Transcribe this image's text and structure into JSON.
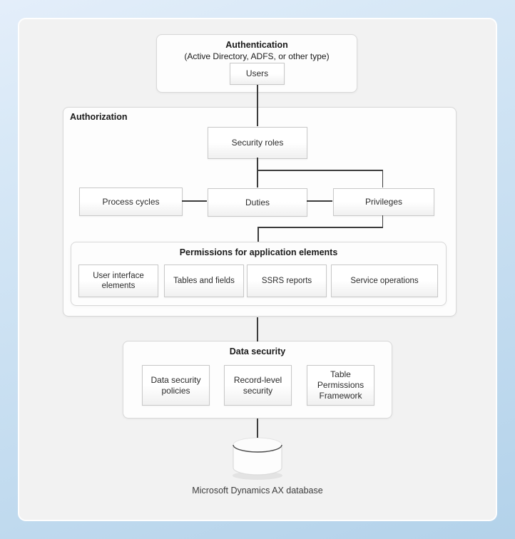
{
  "diagram": {
    "authentication": {
      "title": "Authentication",
      "subtitle": "(Active Directory, ADFS, or other type)",
      "users": "Users"
    },
    "authorization": {
      "title": "Authorization",
      "security_roles": "Security roles",
      "process_cycles": "Process cycles",
      "duties": "Duties",
      "privileges": "Privileges",
      "permissions": {
        "title": "Permissions for application elements",
        "items": [
          "User interface elements",
          "Tables and fields",
          "SSRS reports",
          "Service operations"
        ]
      }
    },
    "data_security": {
      "title": "Data security",
      "items": [
        "Data security policies",
        "Record-level security",
        "Table Permissions Framework"
      ]
    },
    "database": {
      "icon": "database-cylinder-icon",
      "label": "Microsoft Dynamics AX database"
    },
    "colors": {
      "background_top": "#dcebf8",
      "background_bottom": "#b3d2ea",
      "panel": "#f2f2f2",
      "connector": "#3b3b3b",
      "box_border": "#c8c8c8",
      "container_border": "#d8d8d8"
    }
  }
}
